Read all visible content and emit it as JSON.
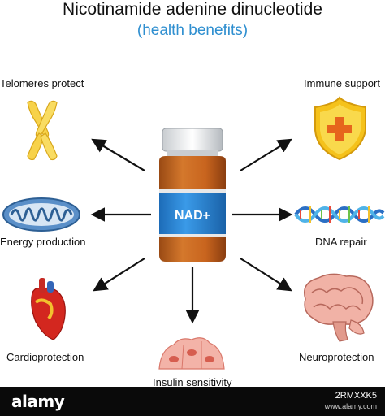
{
  "title": "Nicotinamide adenine dinucleotide",
  "subtitle": "(health benefits)",
  "center": {
    "label": "NAD+"
  },
  "benefits": {
    "telomeres": "Telomeres protect",
    "energy": "Energy production",
    "cardio": "Cardioprotection",
    "insulin": "Insulin sensitivity",
    "immune": "Immune support",
    "dna": "DNA repair",
    "neuro": "Neuroprotection"
  },
  "watermark": {
    "brand": "alamy",
    "image_id": "2RMXXK5",
    "site": "www.alamy.com"
  },
  "colors": {
    "subtitle": "#2f8fd0",
    "bottle": "#c8641e",
    "bottle_band": "#2a86d6",
    "shield": "#f5c21b"
  }
}
